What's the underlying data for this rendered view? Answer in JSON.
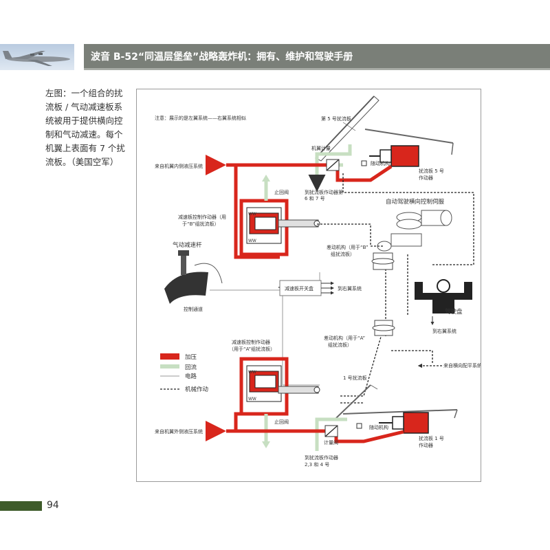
{
  "header": {
    "title": "波音 B-52“同温层堡垒”战略轰炸机：拥有、维护和驾驶手册",
    "photo_icon": "b52-aircraft-photo"
  },
  "caption": "左图：一个组合的扰流板 / 气动减速板系统被用于提供横向控制和气动减速。每个机翼上表面有 7 个扰流板。（美国空军）",
  "diagram": {
    "note": "注意：展示的是左翼系统——右翼系统相似",
    "labels": {
      "spoiler5": "第 5 号扰流板",
      "wing_meter_top": "机翼计量",
      "follow_top": "随动机构",
      "actuator5_a": "扰流板 5 号",
      "actuator5_b": "作动器",
      "inner_hyd": "来自机翼内侧液压系统",
      "stop_valve_top": "止回阀",
      "to_actuators_67_a": "到扰流板作动器第",
      "to_actuators_67_b": "6 和 7 号",
      "autopilot": "自动驾驶横向控制伺服",
      "brake_ctrl_b_a": "减速板控制作动器（用",
      "brake_ctrl_b_b": "于“B”组扰流板）",
      "speedbrake_lever": "气动减速杆",
      "diff_b_a": "差动机构（用于“B”",
      "diff_b_b": "组扰流板）",
      "switch_box": "减速板开关盒",
      "to_right_wing": "到右翼系统",
      "control_channel": "控制通道",
      "yoke": "驾驶盘",
      "to_right_wing_2": "到右翼系统",
      "brake_ctrl_a_a": "减速板控制作动器",
      "brake_ctrl_a_b": "（用于“A”组扰流板）",
      "diff_a_a": "差动机构（用于“A”",
      "diff_a_b": "组扰流板）",
      "from_lateral_trim": "来自横向配平系统",
      "spoiler1": "1 号扰流板",
      "stop_valve_bottom": "止回阀",
      "follow_bottom": "随动机构",
      "wing_meter_bottom": "计量阀",
      "actuator1_a": "扰流板 1 号",
      "actuator1_b": "作动器",
      "outer_hyd": "来自机翼外侧液压系统",
      "to_actuators_234_a": "到扰流板作动器",
      "to_actuators_234_b": "2,3 和 4 号"
    },
    "legend": {
      "pressure": "加压",
      "return": "回流",
      "electric": "电路",
      "mechanical": "机械作动"
    },
    "colors": {
      "pressure": "#d8261c",
      "return": "#c7dfc2",
      "mechanical": "#222222",
      "electric": "#999999"
    }
  },
  "footer": {
    "page_number": "94"
  }
}
